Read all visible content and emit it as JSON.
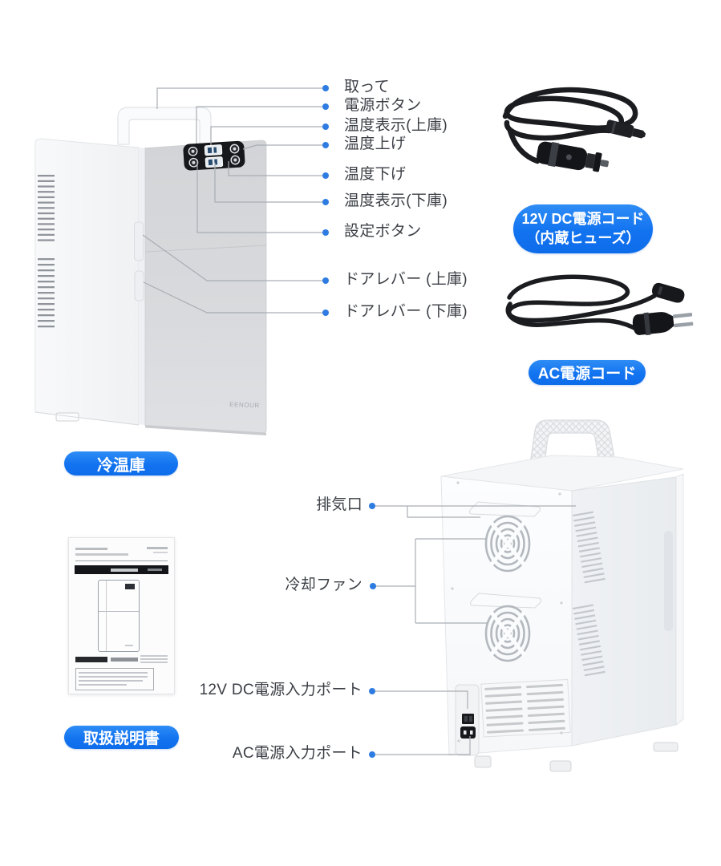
{
  "front_view": {
    "badge_label": "冷温庫",
    "brand_logo": "EENOUR",
    "labels": [
      "取って",
      "電源ボタン",
      "温度表示(上庫)",
      "温度上げ",
      "温度下げ",
      "温度表示(下庫)",
      "設定ボタン",
      "ドアレバー (上庫)",
      "ドアレバー (下庫)"
    ]
  },
  "rear_view": {
    "labels": [
      "排気口",
      "冷却ファン",
      "12V DC電源入力ポート",
      "AC電源入力ポート"
    ]
  },
  "accessories": {
    "dc_cord_label_line1": "12V DC電源コード",
    "dc_cord_label_line2": "（内蔵ヒューズ）",
    "ac_cord_label": "AC電源コード"
  },
  "manual_badge_label": "取扱説明書",
  "colors": {
    "badge_blue": "#1475f1",
    "callout_dot_blue": "#2e7ce1",
    "callout_line_gray": "#a9aeb4",
    "label_text": "#3b3f45",
    "fridge_door_gray": "#d6d8db",
    "cord_black": "#1b1c1f"
  }
}
